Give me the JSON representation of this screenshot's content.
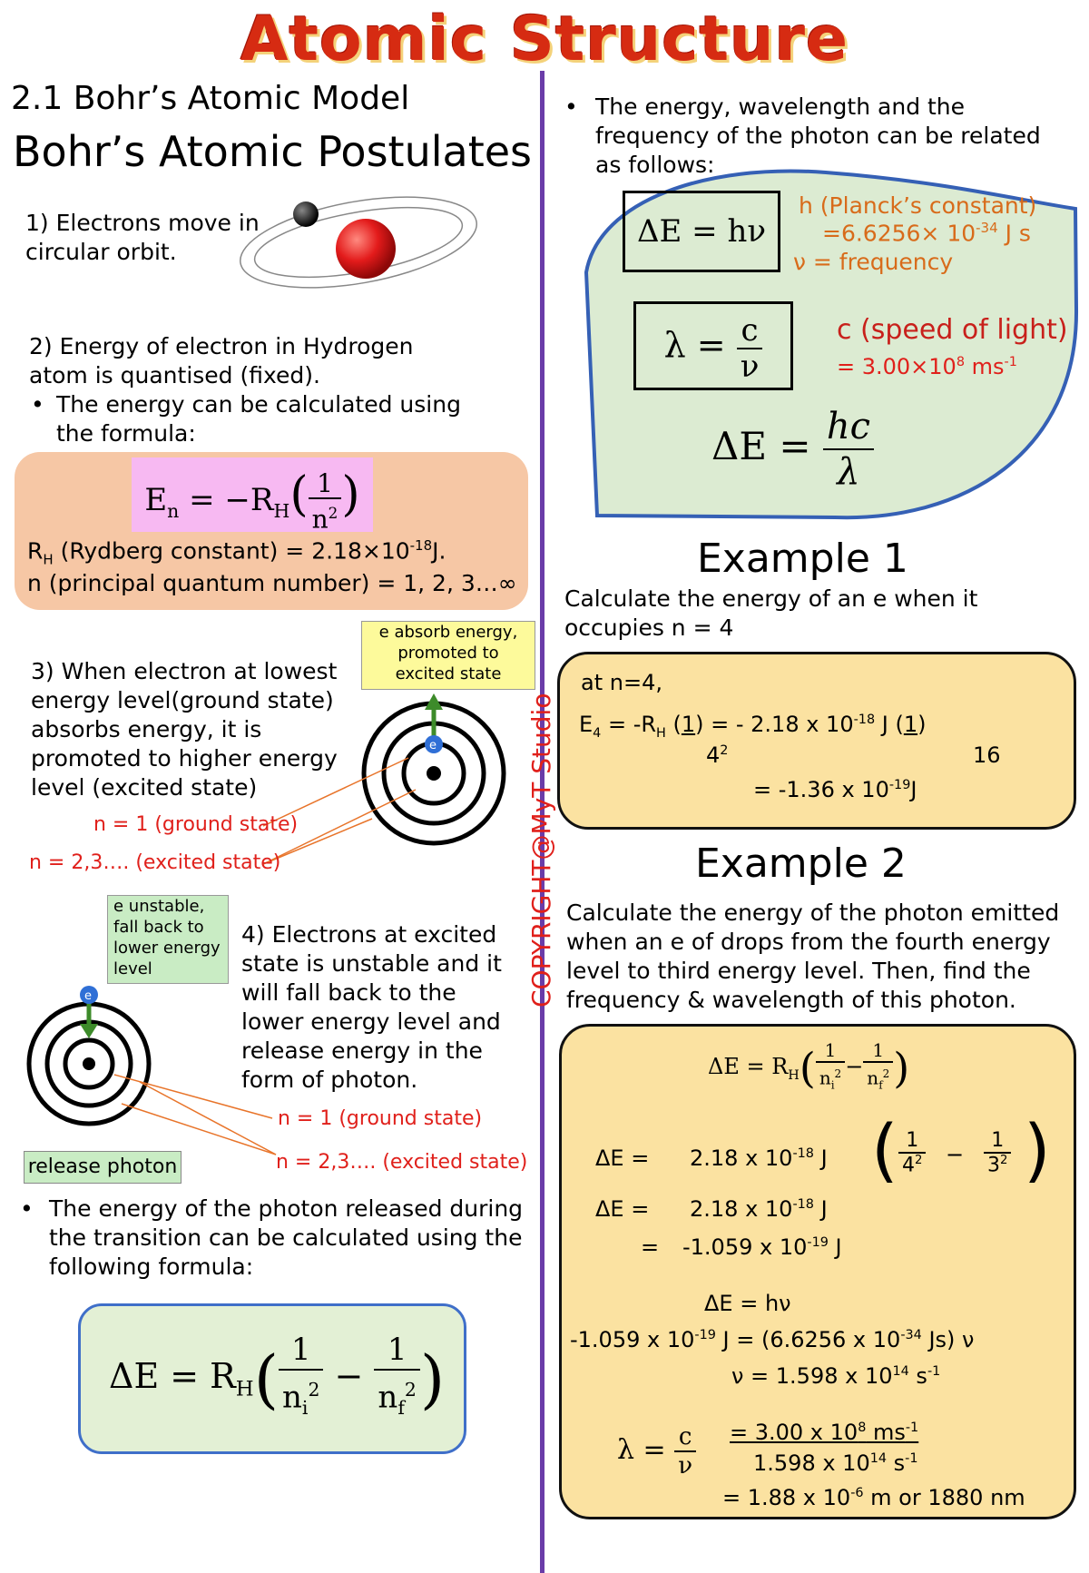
{
  "title": "Atomic Structure",
  "left": {
    "section_heading": "2.1 Bohr’s Atomic Model",
    "main_heading": "Bohr’s Atomic Postulates",
    "p1": "1) Electrons move in circular orbit.",
    "p2_line1": "2) Energy of electron in Hydrogen",
    "p2_line2": "atom is quantised (fixed).",
    "p2_bullet_line1": "The energy can be calculated using",
    "p2_bullet_line2": "the formula:",
    "formula_En": "Eₙ = −R_H(1/n²)",
    "rh_label": "R",
    "rh_sub": "H",
    "rh_text": " (Rydberg constant)     =  2.18×10",
    "rh_exp": "-18",
    "rh_unit": "J.",
    "n_text": "n (principal quantum number) = 1, 2, 3…∞",
    "absorb_box_line1": "e absorb energy,",
    "absorb_box_line2": "promoted to",
    "absorb_box_line3": "excited state",
    "p3_line1": "3) When electron at lowest",
    "p3_line2": "energy level(ground state)",
    "p3_line3": "absorbs energy, it is",
    "p3_line4": "promoted to higher energy",
    "p3_line5": "level (excited state)",
    "ground_label": "n = 1 (ground state)",
    "excited_label": "n = 2,3…. (excited state)",
    "unstable_box_line1": "e unstable,",
    "unstable_box_line2": "fall back to",
    "unstable_box_line3": "lower energy",
    "unstable_box_line4": "level",
    "p4_line1": "4) Electrons at excited",
    "p4_line2": "state is unstable and it",
    "p4_line3": "will fall back to the",
    "p4_line4": "lower energy level and",
    "p4_line5": "release energy in the",
    "p4_line6": "form of photon.",
    "ground_label2": "n = 1 (ground state)",
    "excited_label2": "n = 2,3…. (excited state)",
    "release_photon": "release photon",
    "photon_bullet_line1": "The energy of the photon released during",
    "photon_bullet_line2": "the transition can be calculated using the",
    "photon_bullet_line3": "following formula:",
    "electron_label": "e",
    "copyright": "COPYRIGHT@MyT Studio"
  },
  "right": {
    "bullet_line1": "The energy, wavelength and the",
    "bullet_line2": "frequency of the photon can be related",
    "bullet_line3": "as follows:",
    "eq_dE_hv": "ΔE = hν",
    "planck_line1": "h (Planck’s constant)",
    "planck_line2": "=6.6256× 10",
    "planck_exp": "-34",
    "planck_unit": " J s",
    "freq_line": "ν  = frequency",
    "speed_line1": "c (speed of light)",
    "speed_line2": "= 3.00×10",
    "speed_exp": "8",
    "speed_unit": " ms",
    "speed_unit_exp": "-1",
    "example1_title": "Example 1",
    "example1_q_line1": "Calculate the energy of an e  when it",
    "example1_q_line2": "occupies n = 4",
    "ex1_at": "at n=4,",
    "ex1_e4": "E",
    "ex1_e4_sub": "4",
    "ex1_eq": " = -R",
    "ex1_rh_sub": "H",
    "ex1_mid": ") = - 2.18 x 10",
    "ex1_exp": "-18",
    "ex1_j": " J  (",
    "ex1_close": ")",
    "ex1_one": "1",
    "ex1_four": "4",
    "ex1_sixteen": "16",
    "ex1_result": "=  -1.36 x 10",
    "ex1_result_exp": "-19",
    "ex1_result_unit": "J",
    "example2_title": "Example 2",
    "example2_q_line1": "Calculate the energy of the photon emitted",
    "example2_q_line2": "when an e  of drops from the fourth energy",
    "example2_q_line3": "level to third energy level. Then, find the",
    "example2_q_line4": "frequency & wavelength of this photon.",
    "ex2_de": "ΔE  =",
    "ex2_val": "2.18 x 10",
    "ex2_val_exp": "-18",
    "ex2_val_unit": " J",
    "ex2_eq_sign": "=",
    "ex2_result": "-1.059 x 10",
    "ex2_result_exp": "-19",
    "ex2_result_unit": " J",
    "ex2_hv": "ΔE = hν",
    "ex2_line2_a": "-1.059 x 10",
    "ex2_line2_exp": "-19",
    "ex2_line2_b": " J = (6.6256 x 10",
    "ex2_line2_exp2": "-34",
    "ex2_line2_c": " Js) ν",
    "ex2_nu": "ν = 1.598 x 10",
    "ex2_nu_exp": "14",
    "ex2_nu_unit": " s",
    "ex2_nu_unit_exp": "-1",
    "ex2_lambda_num": "= 3.00 x 10",
    "ex2_lambda_num_exp": "8",
    "ex2_lambda_num_unit": " ms",
    "ex2_lambda_den": "1.598 x 10",
    "ex2_lambda_den_exp": "14",
    "ex2_lambda_den_unit": " s",
    "ex2_lambda_result": "= 1.88 x 10",
    "ex2_lambda_result_exp": "-6",
    "ex2_lambda_result_unit": " m or 1880 nm"
  }
}
